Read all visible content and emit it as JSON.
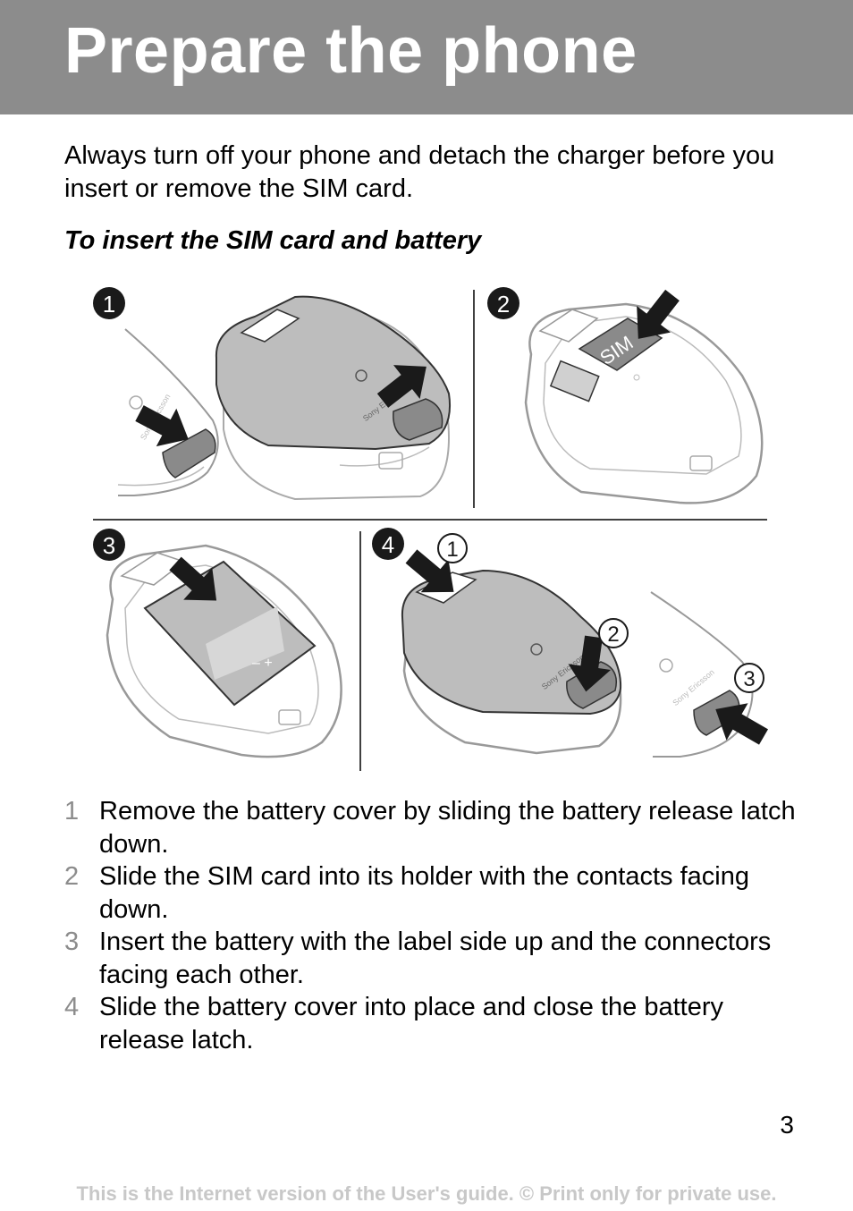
{
  "header": {
    "title": "Prepare the phone",
    "bg_color": "#8c8c8c"
  },
  "intro": "Always turn off your phone and detach the charger before you insert or remove the SIM card.",
  "subheading": "To insert the SIM card and battery",
  "figure": {
    "badges": [
      "1",
      "2",
      "3",
      "4"
    ],
    "callouts": [
      "1",
      "2",
      "3"
    ],
    "sim_label": "SIM",
    "brand_label": "Sony Ericsson",
    "battery_terminals": "– +"
  },
  "steps": [
    {
      "number": "1",
      "text": "Remove the battery cover by sliding the battery release latch down."
    },
    {
      "number": "2",
      "text": "Slide the SIM card into its holder with the contacts facing down."
    },
    {
      "number": "3",
      "text": "Insert the battery with the label side up and the connectors facing each other."
    },
    {
      "number": "4",
      "text": "Slide the battery cover into place and close the battery release latch."
    }
  ],
  "page_number": "3",
  "footer": "This is the Internet version of the User's guide. © Print only for private use."
}
